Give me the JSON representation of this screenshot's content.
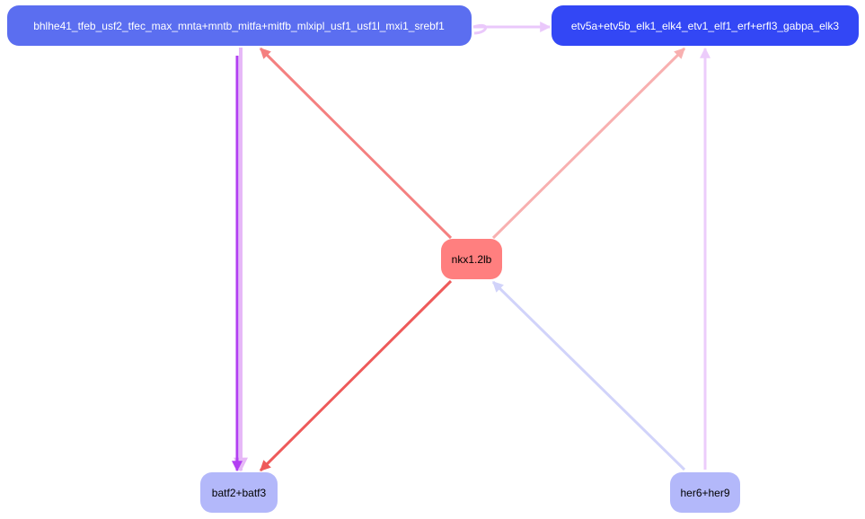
{
  "nodes": {
    "bhlhe": {
      "label": "bhlhe41_tfeb_usf2_tfec_max_mnta+mntb_mitfa+mitfb_mlxipl_usf1_usf1l_mxi1_srebf1",
      "fill": "#5b6ef0",
      "text_color": "#ffffff"
    },
    "etv": {
      "label": "etv5a+etv5b_elk1_elk4_etv1_elf1_erf+erfl3_gabpa_elk3",
      "fill": "#3347f5",
      "text_color": "#ffffff"
    },
    "nkx": {
      "label": "nkx1.2lb",
      "fill": "#ff7f7f",
      "text_color": "#000000"
    },
    "batf": {
      "label": "batf2+batf3",
      "fill": "#b3b8fa",
      "text_color": "#000000"
    },
    "her": {
      "label": "her6+her9",
      "fill": "#b3b8fa",
      "text_color": "#000000"
    }
  },
  "edges": [
    {
      "id": "bhlhe-to-etv",
      "from": "bhlhe",
      "to": "etv",
      "color": "#eac8fb"
    },
    {
      "id": "bhlhe-to-batf-a",
      "from": "bhlhe",
      "to": "batf",
      "color": "#e6b8f7"
    },
    {
      "id": "bhlhe-to-batf-b",
      "from": "bhlhe",
      "to": "batf",
      "color": "#b23ff2"
    },
    {
      "id": "nkx-to-bhlhe",
      "from": "nkx",
      "to": "bhlhe",
      "color": "#f48080"
    },
    {
      "id": "nkx-to-etv",
      "from": "nkx",
      "to": "etv",
      "color": "#f8b0b0"
    },
    {
      "id": "nkx-to-batf",
      "from": "nkx",
      "to": "batf",
      "color": "#ee5a5a"
    },
    {
      "id": "her-to-nkx",
      "from": "her",
      "to": "nkx",
      "color": "#d1d3fa"
    },
    {
      "id": "her-to-etv",
      "from": "her",
      "to": "etv",
      "color": "#ecccfb"
    }
  ]
}
